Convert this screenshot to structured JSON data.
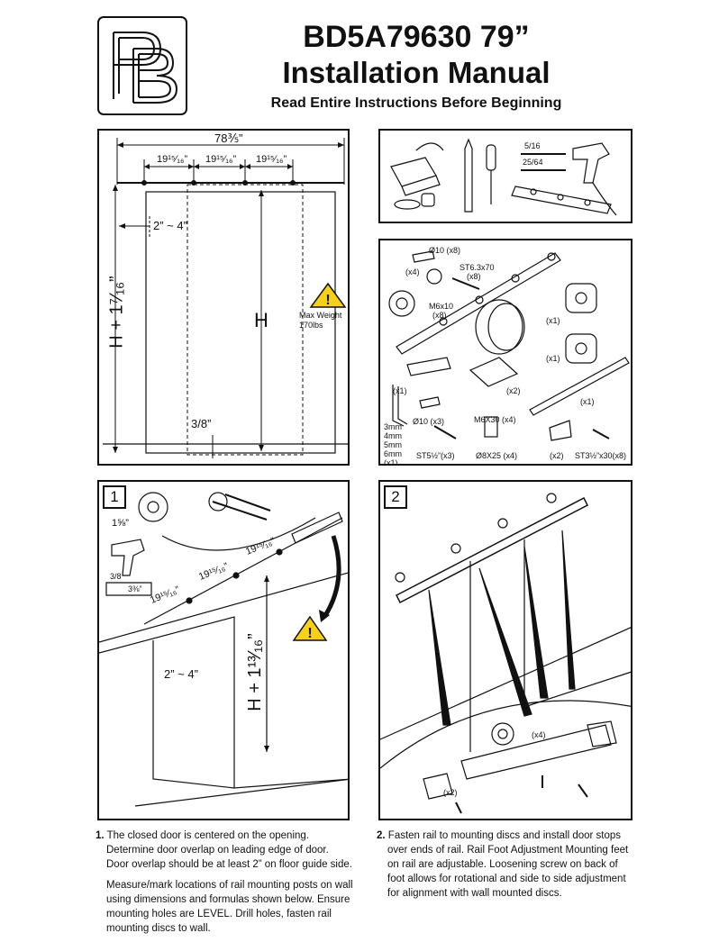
{
  "header": {
    "model": "BD5A79630  79”",
    "title": "Installation Manual",
    "subtitle": "Read Entire Instructions Before Beginning"
  },
  "overview": {
    "rail_length": "78⅗”",
    "spacing_1": "19¹⁵⁄₁₆”",
    "spacing_2": "19¹⁵⁄₁₆”",
    "spacing_3": "19¹⁵⁄₁₆”",
    "overlap": "2” ~ 4”",
    "height_formula": "H + 1⁷⁄₁₆”",
    "door_height": "H",
    "floor_gap": "3/8”",
    "max_weight_label": "Max Weight",
    "max_weight_value": "170lbs"
  },
  "tools": {
    "drill_bit_1": "5/16",
    "drill_bit_2": "25/64"
  },
  "parts": {
    "anchor_top": "Ø10 (x8)",
    "disc_qty": "(x4)",
    "screw_long": "ST6.3x70",
    "screw_long_qty": "(x8)",
    "bolt_m6": "M6x10",
    "bolt_m6_qty": "(x8)",
    "stop_qty_1": "(x1)",
    "stop_qty_2": "(x1)",
    "guide_plate_qty": "(x1)",
    "hanger_qty": "(x2)",
    "bar_qty": "(x1)",
    "wrench_sizes": [
      "3mm",
      "4mm",
      "5mm",
      "6mm"
    ],
    "wrench_qty": "(x1)",
    "anchor_bottom": "Ø10 (x3)",
    "bolt_m6x30": "M6X30 (x4)",
    "screw_st5": "ST5½”(x3)",
    "nut_8x25": "Ø8X25 (x4)",
    "bracket_qty": "(x2)",
    "screw_st3": "ST3½”x30(x8)"
  },
  "step1": {
    "number": "1",
    "offset": "1⅝”",
    "spacing_a": "19¹⁵⁄₁₆”",
    "spacing_b": "19¹⁵⁄₁₆”",
    "spacing_c": "19¹⁵⁄₁₆”",
    "height_formula": "H + 1¹³⁄₁₆”",
    "overlap": "2” ~ 4”",
    "drill_bit": "3/8",
    "bit_depth": "3⅜”"
  },
  "step2": {
    "number": "2",
    "disc_qty": "(x4)",
    "stop_qty": "(x2)"
  },
  "instructions": {
    "step1_num": "1.",
    "step1_p1": "The closed door is centered on the opening. Determine door overlap on leading edge of door. Door overlap should be at least 2” on floor guide side.",
    "step1_p2": "Measure/mark locations of rail mounting posts on wall using dimensions and formulas shown below. Ensure mounting holes are LEVEL. Drill holes, fasten rail mounting discs to wall.",
    "step2_num": "2.",
    "step2_p1": "Fasten rail to mounting discs and install door stops over ends of rail. Rail Foot Adjustment Mounting feet on rail are adjustable. Loosening screw on back of foot allows for rotational and side to side adjustment for alignment with wall mounted discs."
  }
}
